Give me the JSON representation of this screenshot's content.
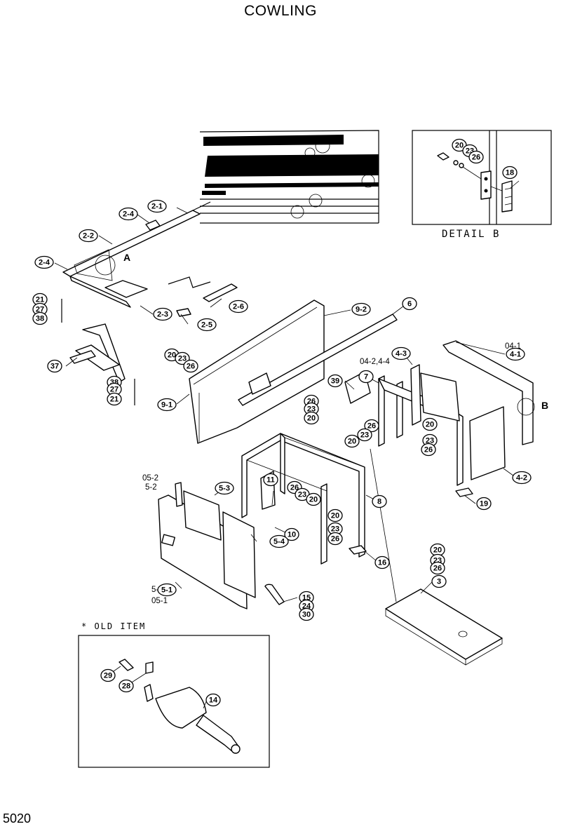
{
  "title": "COWLING",
  "page_number": "5020",
  "detail_b_title": "DETAIL B",
  "old_item_title": "* OLD ITEM",
  "letters": {
    "a": "A",
    "b": "B"
  },
  "side_labels": {
    "l05_2": "05-2",
    "l5_2": "5-2",
    "l5_1": "5-1",
    "l05_1": "05-1",
    "l04_1": "04-1",
    "l04_2_4_4": "04-2,4-4"
  },
  "callouts": {
    "c2_4a": "2-4",
    "c2_1": "2-1",
    "c2_2": "2-2",
    "c2_4b": "2-4",
    "c2_3": "2-3",
    "c2_6": "2-6",
    "c2_5": "2-5",
    "c21a": "21",
    "c27a": "27",
    "c38a": "38",
    "c37": "37",
    "c38b": "38",
    "c27b": "27",
    "c21b": "21",
    "c20a": "20",
    "c23a": "23",
    "c26a": "26",
    "c9_1": "9-1",
    "c9_2": "9-2",
    "c6": "6",
    "c39": "39",
    "c7": "7",
    "c26b": "26",
    "c23b": "23",
    "c20b": "20",
    "c26c": "26",
    "c23c": "23",
    "c20c": "20",
    "c4_3": "4-3",
    "c4_1": "4-1",
    "c20d": "20",
    "c23d": "23",
    "c26d": "26",
    "c4_2": "4-2",
    "c19": "19",
    "c5_3": "5-3",
    "c11": "11",
    "c26e": "26",
    "c23e": "23",
    "c20e": "20",
    "c8": "8",
    "c10": "10",
    "c5_4": "5-4",
    "c20f": "20",
    "c23f": "23",
    "c26f": "26",
    "c16": "16",
    "c20g": "20",
    "c23g": "23",
    "c26g": "26",
    "c3": "3",
    "c15": "15",
    "c24": "24",
    "c30": "30",
    "c5_1": "5-1",
    "c20h": "20",
    "c23h": "23",
    "c26h": "26",
    "c18": "18",
    "c29": "29",
    "c28": "28",
    "c14": "14"
  }
}
